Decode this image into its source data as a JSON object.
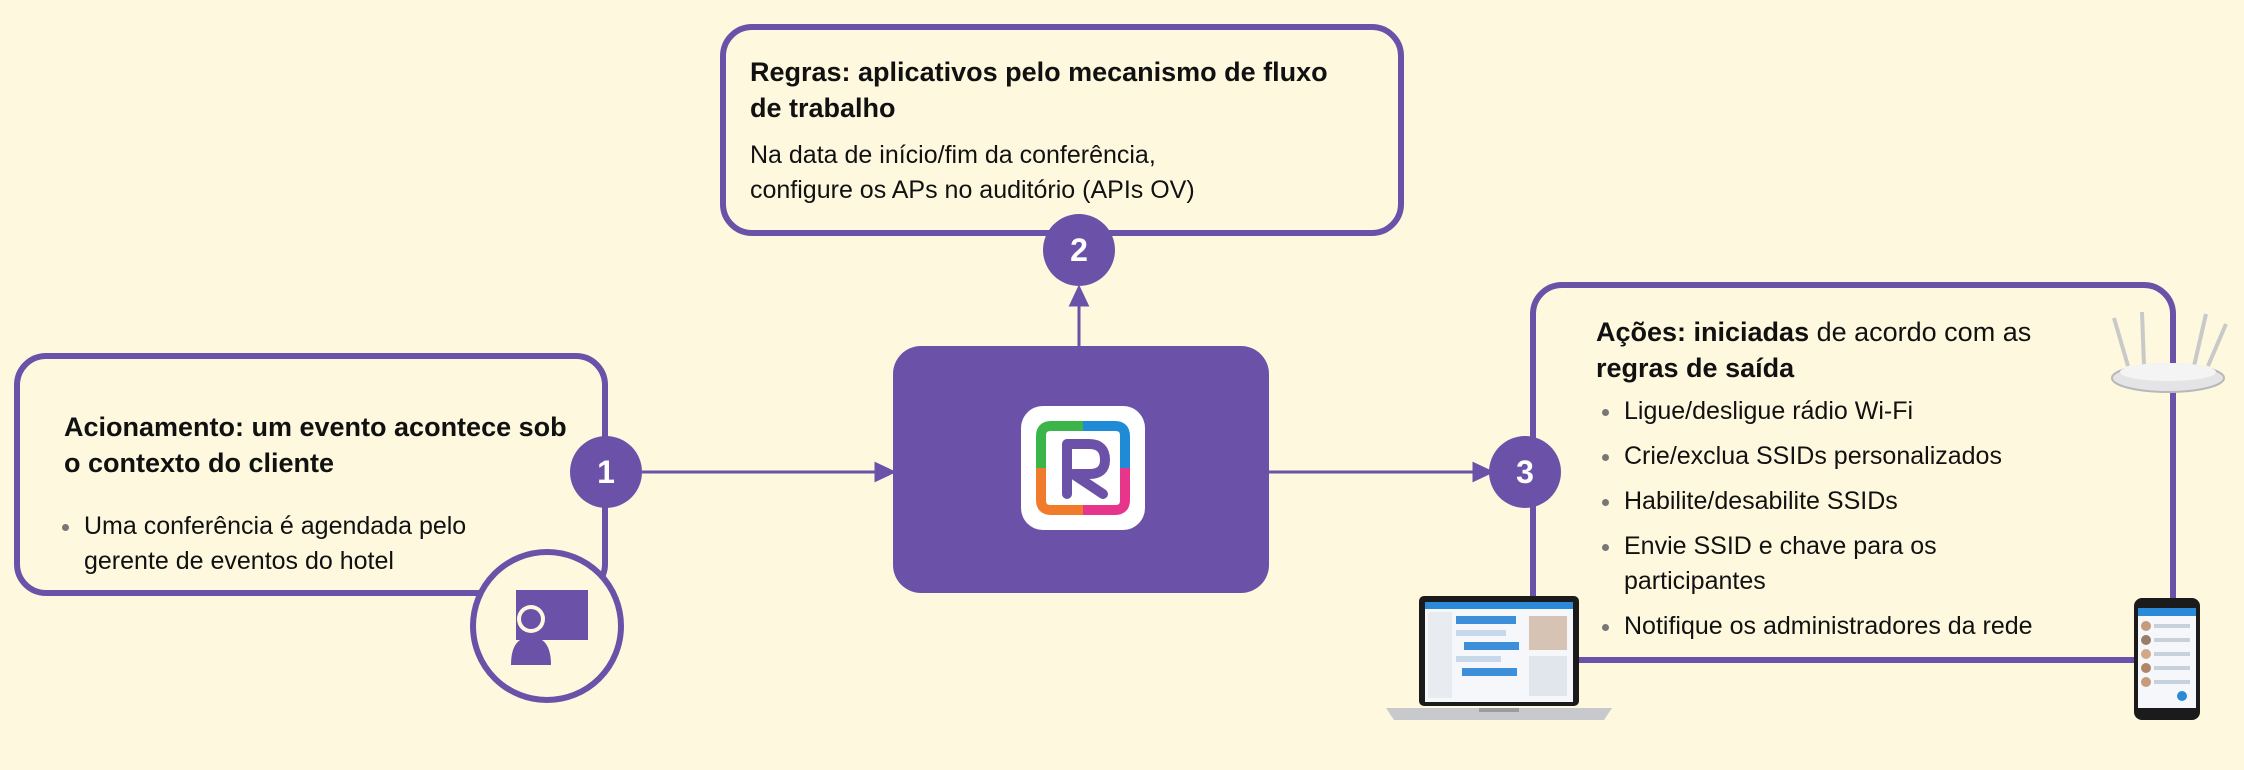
{
  "trigger": {
    "title": "Acionamento: um evento acontece sob o contexto do cliente",
    "bullets": [
      "Uma conferência é agendada pelo gerente de eventos do hotel"
    ],
    "step": "1",
    "icon": "presentation-person-icon"
  },
  "rules": {
    "title": "Regras: aplicativos pelo mecanismo de fluxo de trabalho",
    "text": "Na data de início/fim da conferência, configure os APs no auditório (APIs OV)",
    "step": "2"
  },
  "hub": {
    "icon": "rainbow-r-logo-icon"
  },
  "actions": {
    "title_bold_1": "Ações: iniciadas",
    "title_regular": " de acordo com as",
    "title_bold_2": "regras de saída",
    "bullets": [
      "Ligue/desligue rádio Wi-Fi",
      "Crie/exclua SSIDs personalizados",
      "Habilite/desabilite SSIDs",
      "Envie SSID e chave para os participantes",
      "Notifique os administradores da rede"
    ],
    "step": "3",
    "icons": [
      "access-point-icon",
      "laptop-icon",
      "smartphone-icon"
    ]
  },
  "colors": {
    "accent": "#6b52a8",
    "background": "#fdf8de",
    "logo_green": "#3bb54a",
    "logo_blue": "#1f8ad6",
    "logo_orange": "#f07b2b",
    "logo_pink": "#e6358b"
  }
}
